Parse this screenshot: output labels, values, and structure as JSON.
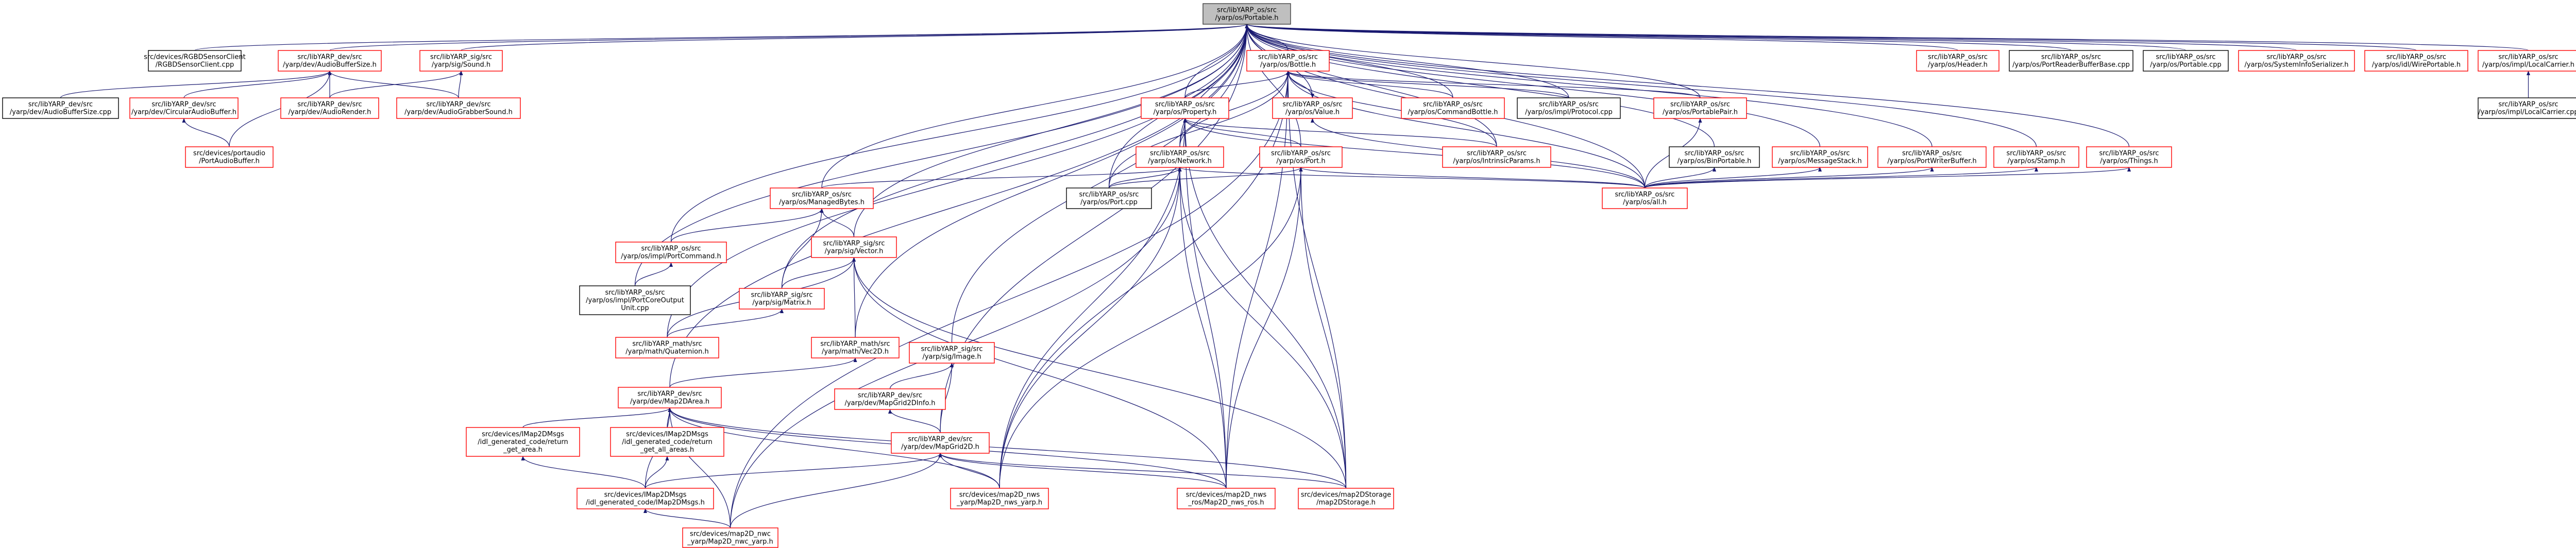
{
  "graph": {
    "colors": {
      "edge": "#191970",
      "node_red_border": "#ff0000",
      "node_black_border": "#000000",
      "root_fill": "#bfbfbf"
    },
    "nodes": {
      "root": {
        "lines": [
          "src/libYARP_os/src",
          "/yarp/os/Portable.h"
        ],
        "kind": "root"
      },
      "rgbd_client": {
        "lines": [
          "src/devices/RGBDSensorClient",
          "/RGBDSensorClient.cpp"
        ],
        "kind": "black"
      },
      "audiobuffersize_h": {
        "lines": [
          "src/libYARP_dev/src",
          "/yarp/dev/AudioBufferSize.h"
        ],
        "kind": "red"
      },
      "sound_h": {
        "lines": [
          "src/libYARP_sig/src",
          "/yarp/sig/Sound.h"
        ],
        "kind": "red"
      },
      "audiobuffersize_cpp": {
        "lines": [
          "src/libYARP_dev/src",
          "/yarp/dev/AudioBufferSize.cpp"
        ],
        "kind": "black"
      },
      "circularaudiobuffer": {
        "lines": [
          "src/libYARP_dev/src",
          "/yarp/dev/CircularAudioBuffer.h"
        ],
        "kind": "red"
      },
      "audiorender": {
        "lines": [
          "src/libYARP_dev/src",
          "/yarp/dev/AudioRender.h"
        ],
        "kind": "red"
      },
      "audiograbber": {
        "lines": [
          "src/libYARP_dev/src",
          "/yarp/dev/AudioGrabberSound.h"
        ],
        "kind": "red"
      },
      "portaudiobuffer": {
        "lines": [
          "src/devices/portaudio",
          "/PortAudioBuffer.h"
        ],
        "kind": "red"
      },
      "bottle_h": {
        "lines": [
          "src/libYARP_os/src",
          "/yarp/os/Bottle.h"
        ],
        "kind": "red"
      },
      "property_h": {
        "lines": [
          "src/libYARP_os/src",
          "/yarp/os/Property.h"
        ],
        "kind": "red"
      },
      "value_h": {
        "lines": [
          "src/libYARP_os/src",
          "/yarp/os/Value.h"
        ],
        "kind": "red"
      },
      "commandbottle": {
        "lines": [
          "src/libYARP_os/src",
          "/yarp/os/CommandBottle.h"
        ],
        "kind": "red"
      },
      "protocol_cpp": {
        "lines": [
          "src/libYARP_os/src",
          "/yarp/os/impl/Protocol.cpp"
        ],
        "kind": "black"
      },
      "portablepair": {
        "lines": [
          "src/libYARP_os/src",
          "/yarp/os/PortablePair.h"
        ],
        "kind": "red"
      },
      "network_h": {
        "lines": [
          "src/libYARP_os/src",
          "/yarp/os/Network.h"
        ],
        "kind": "red"
      },
      "port_h": {
        "lines": [
          "src/libYARP_os/src",
          "/yarp/os/Port.h"
        ],
        "kind": "red"
      },
      "port_cpp": {
        "lines": [
          "src/libYARP_os/src",
          "/yarp/os/Port.cpp"
        ],
        "kind": "black"
      },
      "intrinsic": {
        "lines": [
          "src/libYARP_os/src",
          "/yarp/os/IntrinsicParams.h"
        ],
        "kind": "red"
      },
      "binportable": {
        "lines": [
          "src/libYARP_os/src",
          "/yarp/os/BinPortable.h"
        ],
        "kind": "black"
      },
      "messagestack": {
        "lines": [
          "src/libYARP_os/src",
          "/yarp/os/MessageStack.h"
        ],
        "kind": "red"
      },
      "portwriterbuffer": {
        "lines": [
          "src/libYARP_os/src",
          "/yarp/os/PortWriterBuffer.h"
        ],
        "kind": "red"
      },
      "stamp_h": {
        "lines": [
          "src/libYARP_os/src",
          "/yarp/os/Stamp.h"
        ],
        "kind": "red"
      },
      "things_h": {
        "lines": [
          "src/libYARP_os/src",
          "/yarp/os/Things.h"
        ],
        "kind": "red"
      },
      "all_h": {
        "lines": [
          "src/libYARP_os/src",
          "/yarp/os/all.h"
        ],
        "kind": "red"
      },
      "header_h": {
        "lines": [
          "src/libYARP_os/src",
          "/yarp/os/Header.h"
        ],
        "kind": "red"
      },
      "readerbufferbase": {
        "lines": [
          "src/libYARP_os/src",
          "/yarp/os/PortReaderBufferBase.cpp"
        ],
        "kind": "black"
      },
      "portable_cpp": {
        "lines": [
          "src/libYARP_os/src",
          "/yarp/os/Portable.cpp"
        ],
        "kind": "black"
      },
      "systeminfoserializer": {
        "lines": [
          "src/libYARP_os/src",
          "/yarp/os/SystemInfoSerializer.h"
        ],
        "kind": "red"
      },
      "idlwireportable": {
        "lines": [
          "src/libYARP_os/src",
          "/yarp/os/idl/WirePortable.h"
        ],
        "kind": "red"
      },
      "localcarrier_h": {
        "lines": [
          "src/libYARP_os/src",
          "/yarp/os/impl/LocalCarrier.h"
        ],
        "kind": "red"
      },
      "localcarrier_cpp": {
        "lines": [
          "src/libYARP_os/src",
          "/yarp/os/impl/LocalCarrier.cpp"
        ],
        "kind": "black"
      },
      "managedbytes": {
        "lines": [
          "src/libYARP_os/src",
          "/yarp/os/ManagedBytes.h"
        ],
        "kind": "red"
      },
      "vector_h": {
        "lines": [
          "src/libYARP_sig/src",
          "/yarp/sig/Vector.h"
        ],
        "kind": "red"
      },
      "portcommand": {
        "lines": [
          "src/libYARP_os/src",
          "/yarp/os/impl/PortCommand.h"
        ],
        "kind": "red"
      },
      "portcoreoutputunit": {
        "lines": [
          "src/libYARP_os/src",
          "/yarp/os/impl/PortCoreOutput",
          "Unit.cpp"
        ],
        "kind": "black"
      },
      "matrix_h": {
        "lines": [
          "src/libYARP_sig/src",
          "/yarp/sig/Matrix.h"
        ],
        "kind": "red"
      },
      "quaternion": {
        "lines": [
          "src/libYARP_math/src",
          "/yarp/math/Quaternion.h"
        ],
        "kind": "red"
      },
      "vec2d": {
        "lines": [
          "src/libYARP_math/src",
          "/yarp/math/Vec2D.h"
        ],
        "kind": "red"
      },
      "image_h": {
        "lines": [
          "src/libYARP_sig/src",
          "/yarp/sig/Image.h"
        ],
        "kind": "red"
      },
      "mapgrid2dinfo": {
        "lines": [
          "src/libYARP_dev/src",
          "/yarp/dev/MapGrid2DInfo.h"
        ],
        "kind": "red"
      },
      "map2darea": {
        "lines": [
          "src/libYARP_dev/src",
          "/yarp/dev/Map2DArea.h"
        ],
        "kind": "red"
      },
      "mapgrid2d": {
        "lines": [
          "src/libYARP_dev/src",
          "/yarp/dev/MapGrid2D.h"
        ],
        "kind": "red"
      },
      "idl_getarea": {
        "lines": [
          "src/devices/IMap2DMsgs",
          "/idl_generated_code/return",
          "_get_area.h"
        ],
        "kind": "red"
      },
      "idl_getallareas": {
        "lines": [
          "src/devices/IMap2DMsgs",
          "/idl_generated_code/return",
          "_get_all_areas.h"
        ],
        "kind": "red"
      },
      "imap2dmsgs": {
        "lines": [
          "src/devices/IMap2DMsgs",
          "/idl_generated_code/IMap2DMsgs.h"
        ],
        "kind": "red"
      },
      "map2dnws_yarp": {
        "lines": [
          "src/devices/map2D_nws",
          "_yarp/Map2D_nws_yarp.h"
        ],
        "kind": "red"
      },
      "map2dnws_ros": {
        "lines": [
          "src/devices/map2D_nws",
          "_ros/Map2D_nws_ros.h"
        ],
        "kind": "red"
      },
      "map2dstorage": {
        "lines": [
          "src/devices/map2DStorage",
          "/map2DStorage.h"
        ],
        "kind": "red"
      },
      "map2dnwc_yarp": {
        "lines": [
          "src/devices/map2D_nwc",
          "_yarp/Map2D_nwc_yarp.h"
        ],
        "kind": "red"
      }
    }
  }
}
